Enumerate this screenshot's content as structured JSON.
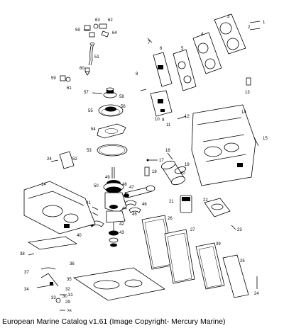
{
  "caption": "European Marine Catalog v1.61 (Image Copyright- Mercury Marine)",
  "callouts": [
    {
      "id": "c1",
      "text": "1"
    },
    {
      "id": "c2",
      "text": "2"
    },
    {
      "id": "c3",
      "text": "3"
    },
    {
      "id": "c4",
      "text": "4"
    },
    {
      "id": "c5",
      "text": "5"
    },
    {
      "id": "c6",
      "text": "6"
    },
    {
      "id": "c7",
      "text": "7"
    },
    {
      "id": "c8",
      "text": "8"
    },
    {
      "id": "c9",
      "text": "9"
    },
    {
      "id": "c10",
      "text": "10"
    },
    {
      "id": "c11",
      "text": "11"
    },
    {
      "id": "c12",
      "text": "12"
    },
    {
      "id": "c13",
      "text": "13"
    },
    {
      "id": "c14a",
      "text": "14"
    },
    {
      "id": "c14b",
      "text": "14"
    },
    {
      "id": "c15",
      "text": "15"
    },
    {
      "id": "c16",
      "text": "16"
    },
    {
      "id": "c17",
      "text": "17"
    },
    {
      "id": "c18",
      "text": "18"
    },
    {
      "id": "c19",
      "text": "19"
    },
    {
      "id": "c20",
      "text": "20"
    },
    {
      "id": "c21",
      "text": "21"
    },
    {
      "id": "c22",
      "text": "22"
    },
    {
      "id": "c23",
      "text": "23"
    },
    {
      "id": "c24a",
      "text": "24"
    },
    {
      "id": "c24b",
      "text": "24"
    },
    {
      "id": "c25",
      "text": "25"
    },
    {
      "id": "c26",
      "text": "26"
    },
    {
      "id": "c27",
      "text": "27"
    },
    {
      "id": "c28",
      "text": "28"
    },
    {
      "id": "c29",
      "text": "29"
    },
    {
      "id": "c30",
      "text": "30"
    },
    {
      "id": "c31",
      "text": "31"
    },
    {
      "id": "c32",
      "text": "32"
    },
    {
      "id": "c33",
      "text": "33"
    },
    {
      "id": "c34",
      "text": "34"
    },
    {
      "id": "c35",
      "text": "35"
    },
    {
      "id": "c36",
      "text": "36"
    },
    {
      "id": "c37",
      "text": "37"
    },
    {
      "id": "c38",
      "text": "38"
    },
    {
      "id": "c39",
      "text": "39"
    },
    {
      "id": "c40",
      "text": "40"
    },
    {
      "id": "c41",
      "text": "41"
    },
    {
      "id": "c42",
      "text": "42"
    },
    {
      "id": "c43",
      "text": "43"
    },
    {
      "id": "c44",
      "text": "44"
    },
    {
      "id": "c45",
      "text": "45"
    },
    {
      "id": "c46",
      "text": "46"
    },
    {
      "id": "c47",
      "text": "47"
    },
    {
      "id": "c48",
      "text": "48"
    },
    {
      "id": "c49",
      "text": "49"
    },
    {
      "id": "c50",
      "text": "50"
    },
    {
      "id": "c51",
      "text": "51"
    },
    {
      "id": "c52",
      "text": "52"
    },
    {
      "id": "c53",
      "text": "53"
    },
    {
      "id": "c54",
      "text": "54"
    },
    {
      "id": "c55",
      "text": "55"
    },
    {
      "id": "c56",
      "text": "56"
    },
    {
      "id": "c57",
      "text": "57"
    },
    {
      "id": "c58",
      "text": "58"
    },
    {
      "id": "c59a",
      "text": "59"
    },
    {
      "id": "c59b",
      "text": "59"
    },
    {
      "id": "c60",
      "text": "60"
    },
    {
      "id": "c61",
      "text": "61"
    },
    {
      "id": "c62",
      "text": "62"
    },
    {
      "id": "c63",
      "text": "63"
    },
    {
      "id": "c64",
      "text": "64"
    }
  ]
}
